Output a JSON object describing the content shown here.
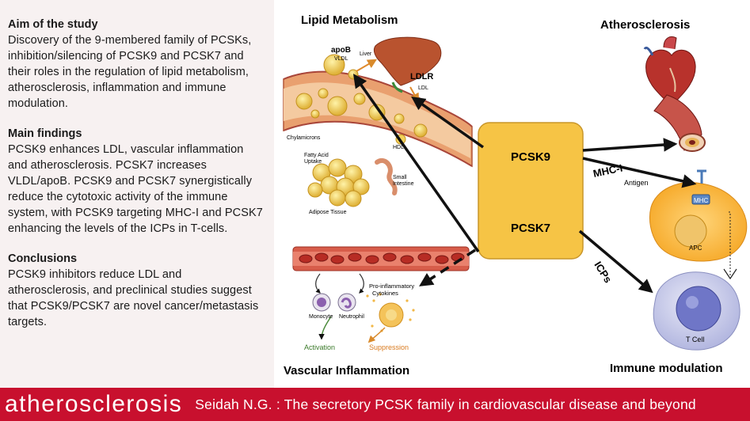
{
  "summary": {
    "aim_heading": "Aim of the study",
    "aim_text": "Discovery of the 9-membered family of PCSKs, inhibition/silencing of PCSK9 and PCSK7 and their roles in the regulation of lipid metabolism, atherosclerosis, inflammation and immune modulation.",
    "findings_heading": "Main findings",
    "findings_text": "PCSK9 enhances LDL, vascular inflammation and atherosclerosis. PCSK7 increases VLDL/apoB. PCSK9 and PCSK7 synergistically reduce the cytotoxic activity of the immune system, with PCSK9 targeting MHC-I and PCSK7 enhancing the levels of the ICPs in T-cells.",
    "conclusions_heading": "Conclusions",
    "conclusions_text": "PCSK9 inhibitors reduce LDL  and atherosclerosis, and preclinical studies suggest that PCSK9/PCSK7 are novel cancer/metastasis targets."
  },
  "diagram": {
    "panel_titles": {
      "lipid": "Lipid Metabolism",
      "athero": "Atherosclerosis",
      "vascular": "Vascular Inflammation",
      "immune": "Immune modulation"
    },
    "central_box": {
      "top_label": "PCSK9",
      "bottom_label": "PCSK7",
      "fill": "#f6c445"
    },
    "arrow_labels": {
      "mhc": "MHC-I",
      "icps": "ICPs"
    },
    "lipid_labels": {
      "apob": "apoB",
      "vldl": "VLDL",
      "liver": "Liver",
      "ldlr": "LDLR",
      "ldl": "LDL",
      "chylo": "Chylamicrons",
      "fatty": "Fatty Acid",
      "uptake": "Uptake",
      "hdl": "HDL",
      "small": "Small",
      "intestine": "Intestine",
      "adipose": "Adipose Tissue"
    },
    "vascular_labels": {
      "proinfl": "Pro-inflammatory",
      "cytokines": "Cytokines",
      "monocyte": "Monocyte",
      "neutrophil": "Neutrophil",
      "activation": "Activation",
      "suppression": "Suppression"
    },
    "immune_labels": {
      "antigen": "Antigen",
      "mhc": "MHC",
      "apc": "APC",
      "tcell": "T Cell"
    }
  },
  "footer": {
    "brand": "atherosclerosis",
    "citation": "Seidah N.G. : The secretory PCSK family in cardiovascular disease and beyond"
  },
  "colors": {
    "footer_bg": "#c8102e",
    "box_fill": "#f6c445",
    "panel_bg": "#f7f1f1"
  }
}
